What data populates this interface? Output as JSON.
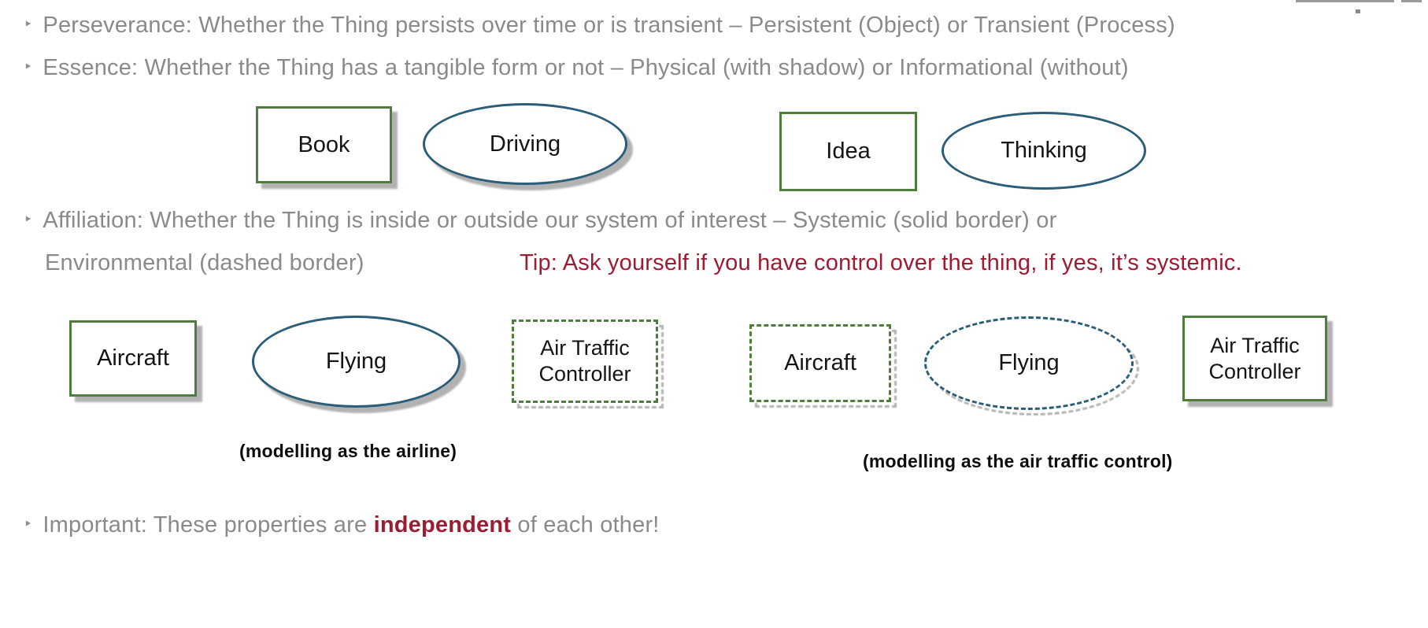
{
  "slide": {
    "colors": {
      "text_gray": "#8a8a8a",
      "accent_red": "#9e1b32",
      "shape_green": "#4e7d3e",
      "shape_blue": "#2b5d79",
      "shadow_gray": "#b2b2b2",
      "label_black": "#141414"
    },
    "bullets": {
      "marker": "‣",
      "perseverance": "Perseverance: Whether the Thing persists over time or is transient – Persistent (Object) or Transient (Process)",
      "essence": "Essence: Whether the Thing has a tangible form or not – Physical (with shadow) or Informational (without)",
      "affiliation_line1": "Affiliation: Whether the Thing is inside or outside our system of interest – Systemic (solid border) or",
      "affiliation_line2": "Environmental (dashed border)",
      "important_prefix": "Important: These properties are ",
      "important_emphasis": "independent",
      "important_suffix": " of each other!"
    },
    "tip": "Tip: Ask yourself if you have control over the thing, if yes, it’s systemic.",
    "essence_examples": {
      "book": "Book",
      "driving": "Driving",
      "idea": "Idea",
      "thinking": "Thinking"
    },
    "affiliation_examples": {
      "airline": {
        "aircraft": "Aircraft",
        "flying": "Flying",
        "atc_line1": "Air Traffic",
        "atc_line2": "Controller",
        "caption": "(modelling as the airline)"
      },
      "atc": {
        "aircraft": "Aircraft",
        "flying": "Flying",
        "atc_line1": "Air Traffic",
        "atc_line2": "Controller",
        "caption": "(modelling as the air traffic control)"
      }
    }
  }
}
